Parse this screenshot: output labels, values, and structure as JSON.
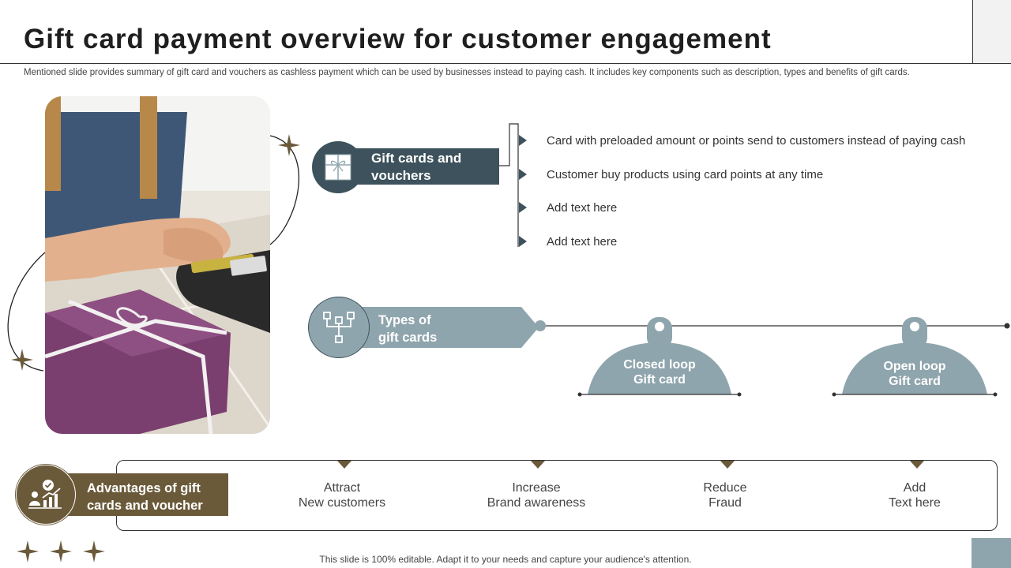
{
  "title": "Gift card payment overview for customer engagement",
  "subtitle": "Mentioned slide provides summary of gift card and vouchers as cashless payment which can be used by businesses instead to paying cash. It includes key components such as description, types and benefits of gift cards.",
  "gift_cards": {
    "heading_line1": "Gift cards and",
    "heading_line2": "vouchers",
    "icon": "gift-icon",
    "bullets": [
      "Card with preloaded amount or points send to customers instead of paying cash",
      "Customer buy products using card points at any time",
      "Add text here",
      "Add text here"
    ]
  },
  "types": {
    "heading_line1": "Types of",
    "heading_line2": "gift cards",
    "icon": "hierarchy-icon",
    "items": [
      {
        "line1": "Closed loop",
        "line2": "Gift card"
      },
      {
        "line1": "Open loop",
        "line2": "Gift card"
      }
    ]
  },
  "advantages": {
    "heading_line1": "Advantages of gift",
    "heading_line2": "cards and voucher",
    "icon": "growth-chart-icon",
    "items": [
      {
        "line1": "Attract",
        "line2": "New customers"
      },
      {
        "line1": "Increase",
        "line2": "Brand awareness"
      },
      {
        "line1": "Reduce",
        "line2": "Fraud"
      },
      {
        "line1": "Add",
        "line2": "Text here"
      }
    ]
  },
  "footer": "This slide is 100% editable. Adapt it to your needs and capture your audience's attention.",
  "colors": {
    "dark_slate": "#3d525c",
    "light_slate": "#8fa5ad",
    "brown": "#6b5a3a",
    "star": "#6b5a3a"
  }
}
